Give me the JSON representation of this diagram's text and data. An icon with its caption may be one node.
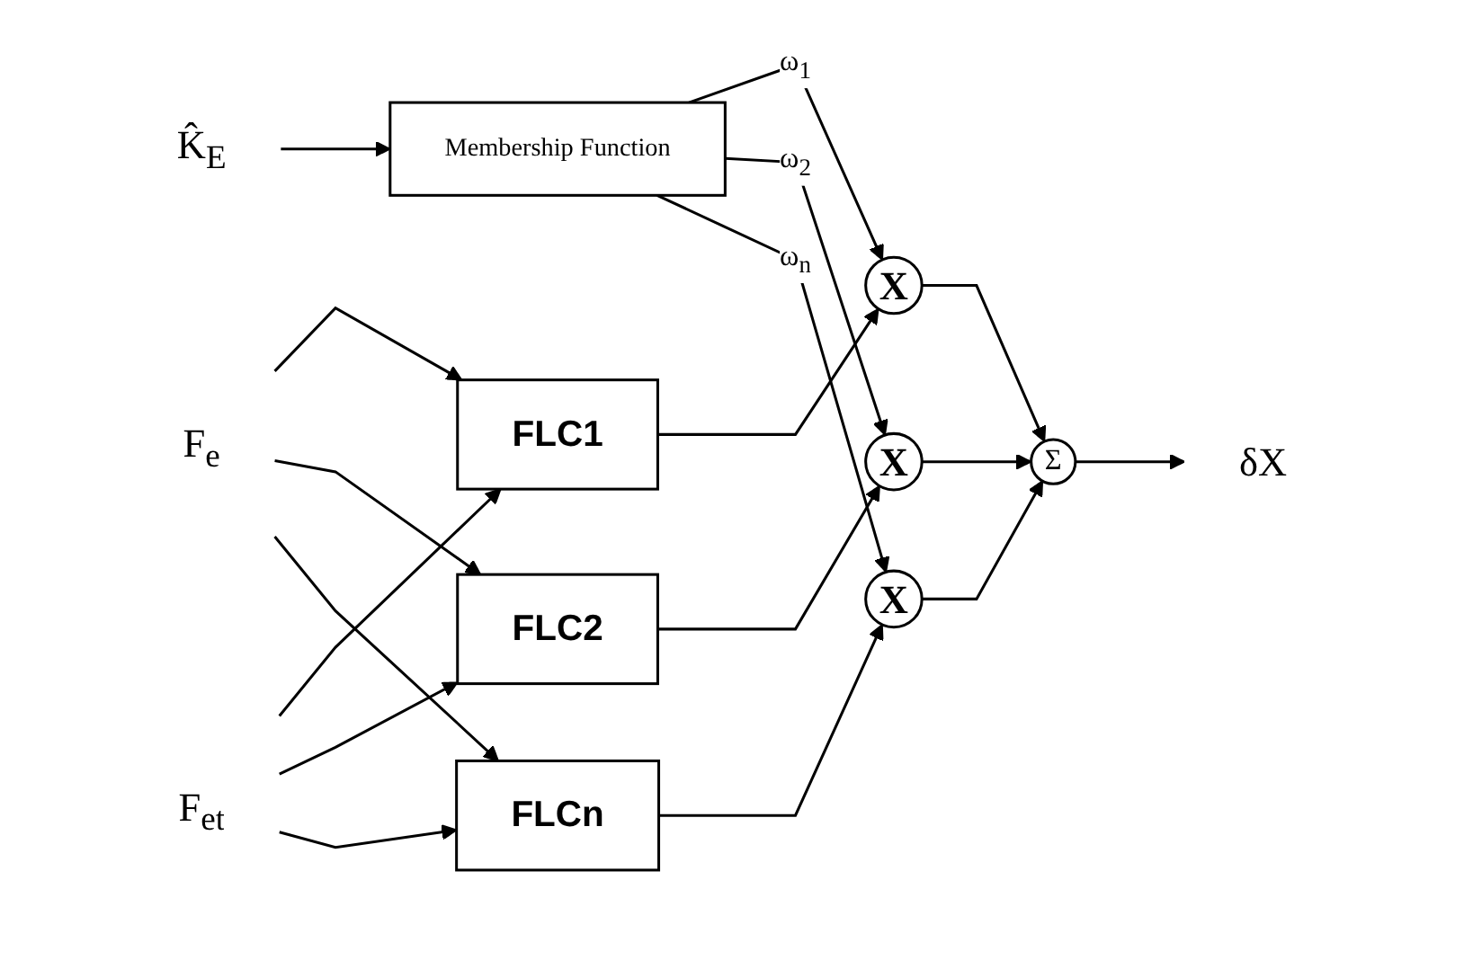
{
  "diagram": {
    "nodes": [
      {
        "text": [
          "K̂$_{E}$"
        ]
      },
      {
        "text": [
          "Membership Function"
        ]
      },
      {
        "text": [
          "F$_{e}$"
        ]
      },
      {
        "text": [
          "F$_{et}$"
        ]
      },
      {
        "text": [
          "FLC1"
        ]
      },
      {
        "text": [
          "FLC2"
        ]
      },
      {
        "text": [
          "FLCn"
        ]
      },
      {
        "text": [
          "X"
        ]
      },
      {
        "text": [
          "X"
        ]
      },
      {
        "text": [
          "X"
        ]
      },
      {
        "text": [
          "Σ"
        ]
      },
      {
        "text": [
          "δX"
        ]
      }
    ],
    "edges": [
      {
        "from": 0,
        "to": 1,
        "arrow": "to"
      },
      {
        "from": 1,
        "to": 7,
        "arrow": "to",
        "label": "ω$_{1}$"
      },
      {
        "from": 1,
        "to": 8,
        "arrow": "to",
        "label": "ω$_{2}$"
      },
      {
        "from": 1,
        "to": 9,
        "arrow": "to",
        "label": "ω$_{n}$"
      },
      {
        "from": 2,
        "to": 4,
        "arrow": "to"
      },
      {
        "from": 3,
        "to": 4,
        "arrow": "to"
      },
      {
        "from": 2,
        "to": 5,
        "arrow": "to"
      },
      {
        "from": 3,
        "to": 5,
        "arrow": "to"
      },
      {
        "from": 2,
        "to": 6,
        "arrow": "to"
      },
      {
        "from": 3,
        "to": 6,
        "arrow": "to"
      },
      {
        "from": 4,
        "to": 7,
        "arrow": "to"
      },
      {
        "from": 5,
        "to": 8,
        "arrow": "to"
      },
      {
        "from": 6,
        "to": 9,
        "arrow": "to"
      },
      {
        "from": 7,
        "to": 10,
        "arrow": "to"
      },
      {
        "from": 8,
        "to": 10,
        "arrow": "to"
      },
      {
        "from": 9,
        "to": 10,
        "arrow": "to"
      },
      {
        "from": 10,
        "to": 11,
        "arrow": "to"
      }
    ]
  }
}
